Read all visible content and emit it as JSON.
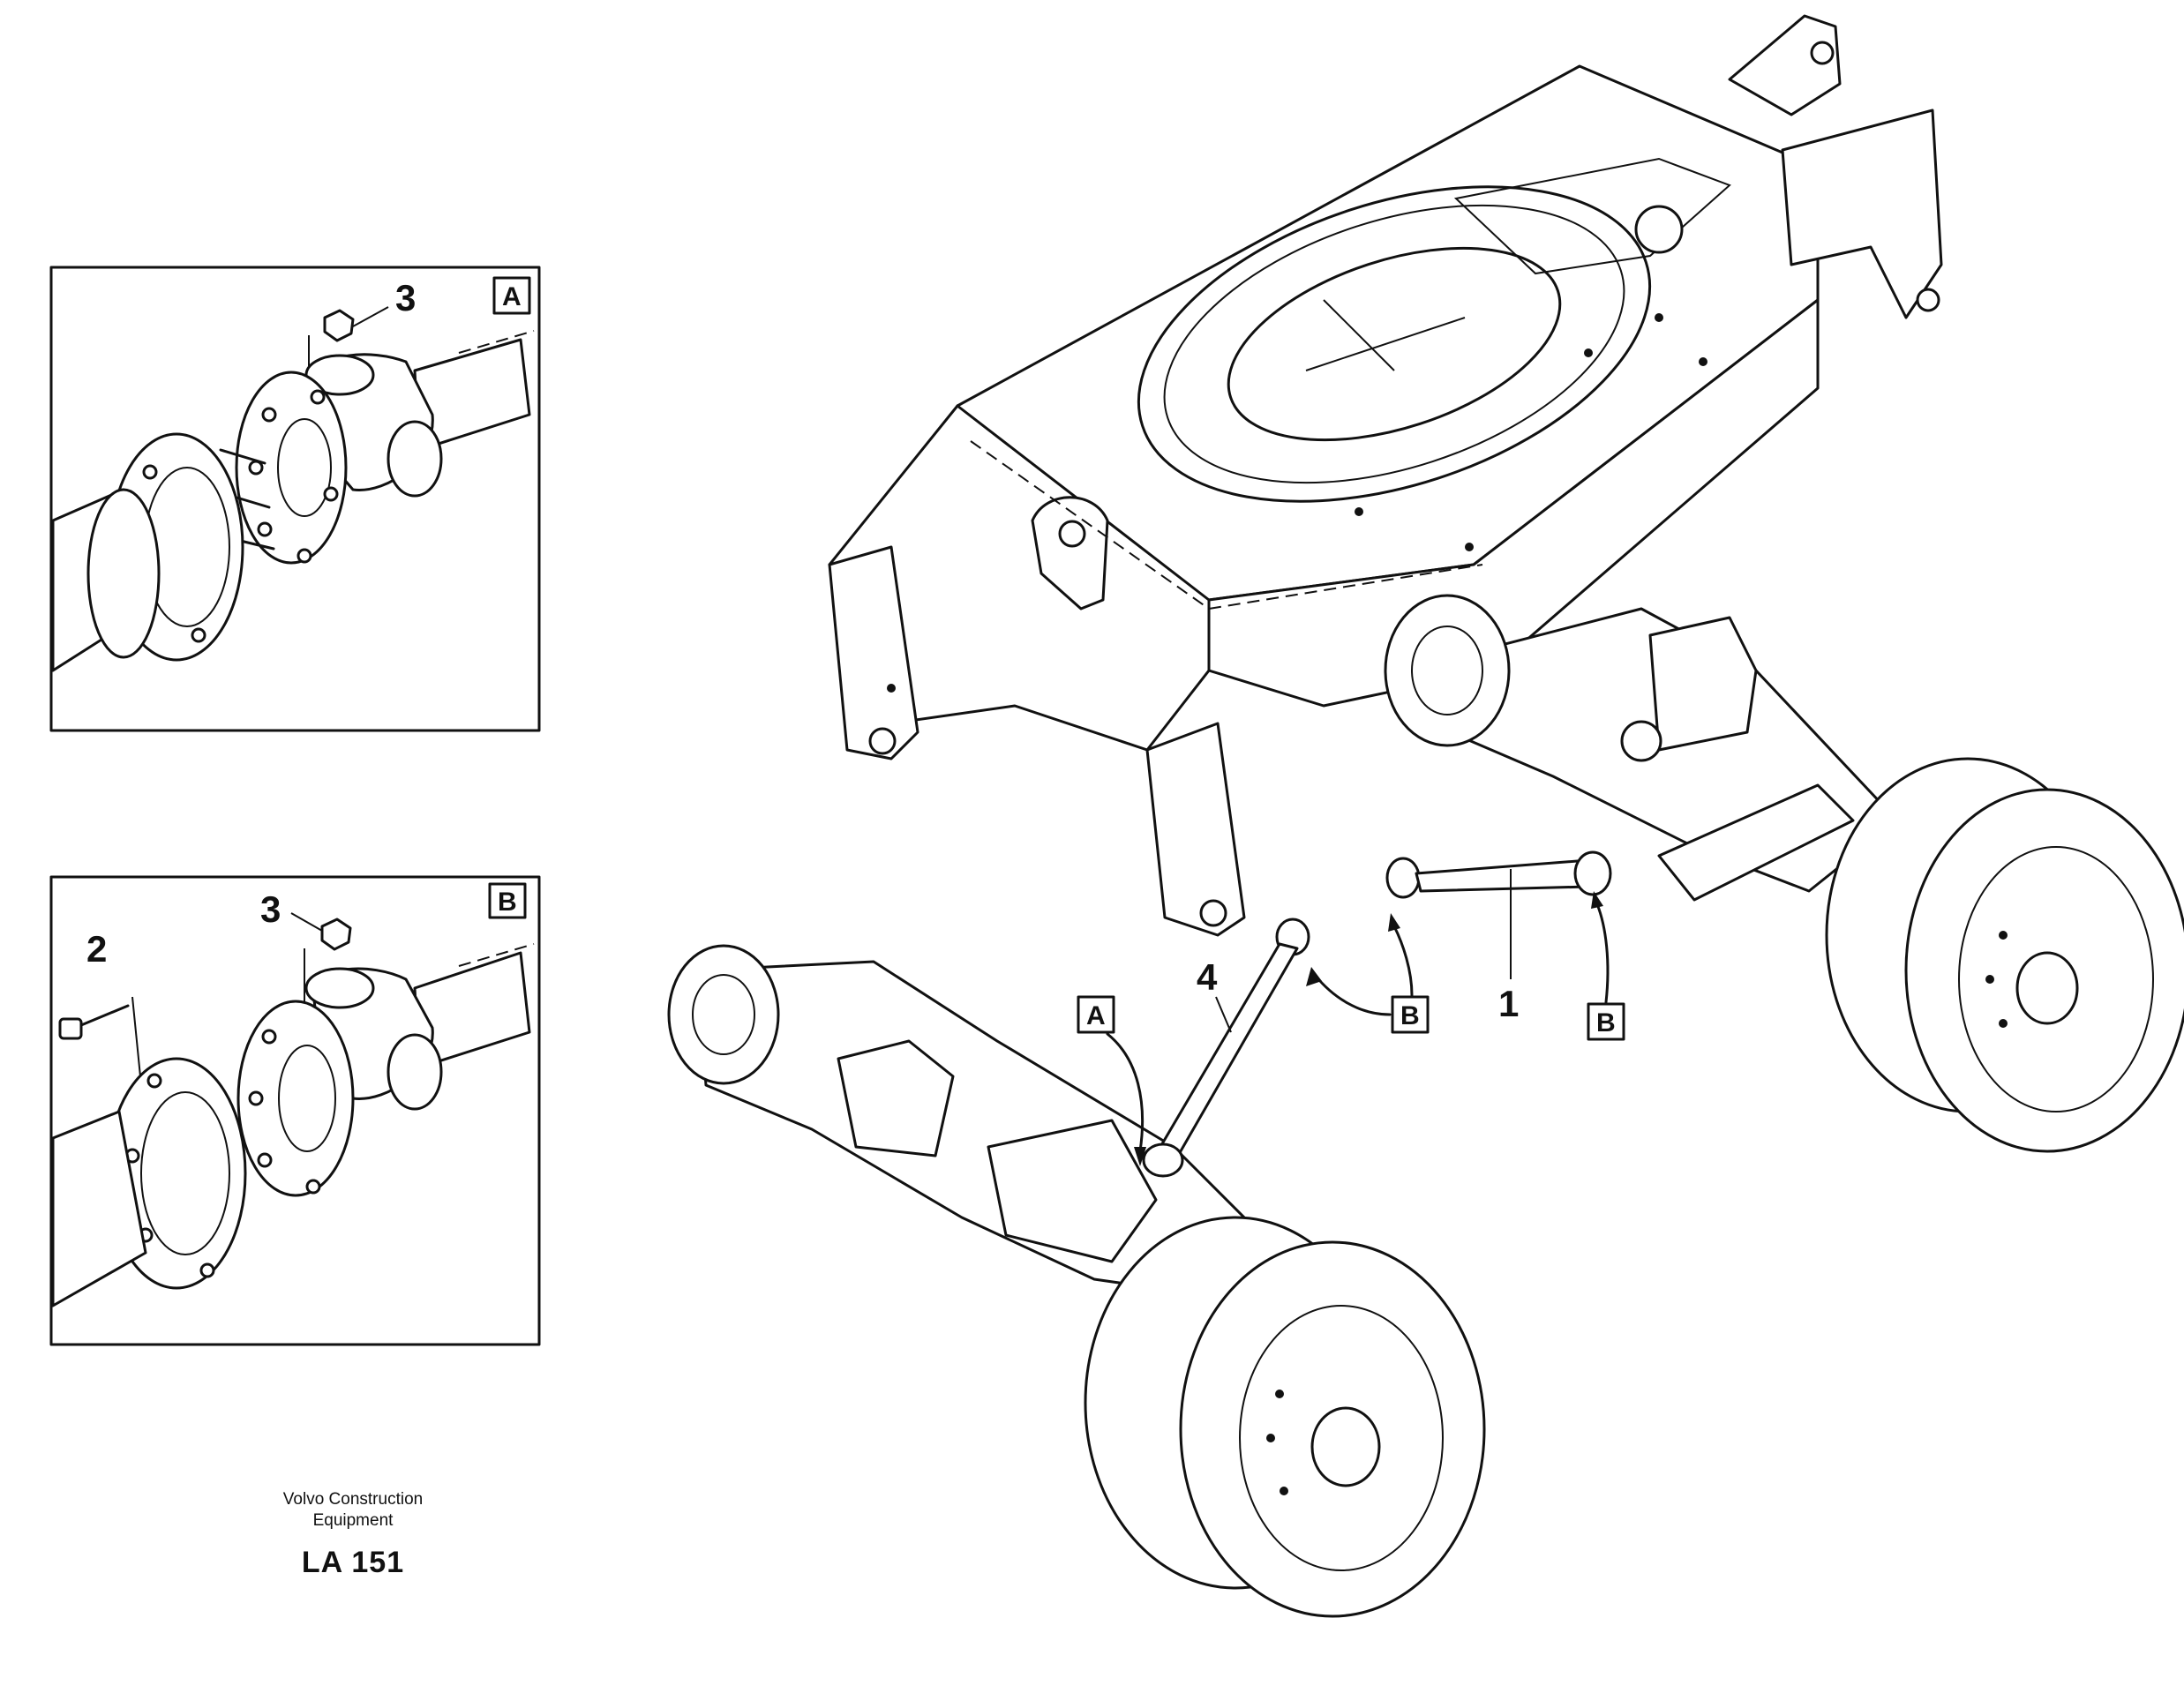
{
  "diagram": {
    "detail_views": [
      {
        "box_letter": "A",
        "callouts": [
          "3"
        ]
      },
      {
        "box_letter": "B",
        "callouts": [
          "3",
          "2"
        ]
      }
    ],
    "main_callouts": {
      "ref_a": "A",
      "ref_b_left": "B",
      "ref_b_right": "B",
      "num_4": "4",
      "num_1": "1"
    }
  },
  "credit": {
    "line1": "Volvo Construction",
    "line2": "Equipment",
    "code": "LA 151"
  }
}
